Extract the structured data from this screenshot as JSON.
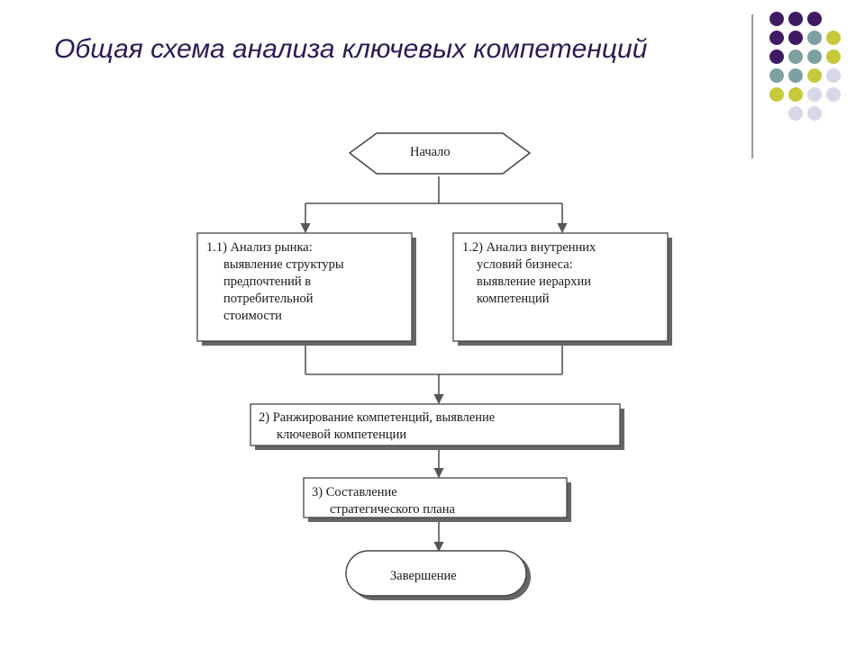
{
  "slide": {
    "title": "Общая схема анализа ключевых компетенций"
  },
  "palette": {
    "purple": "#3f1b64",
    "teal": "#7fa0a0",
    "olive": "#c5c93a",
    "lavender": "#d8d8e8",
    "title_color": "#2b1a55"
  },
  "decor": {
    "dot_rows": [
      [
        "purple",
        "purple",
        "purple"
      ],
      [
        "purple",
        "purple",
        "teal",
        "olive"
      ],
      [
        "purple",
        "teal",
        "teal",
        "olive"
      ],
      [
        "teal",
        "teal",
        "olive",
        "lavender"
      ],
      [
        "olive",
        "olive",
        "lavender",
        "lavender"
      ],
      [
        "lavender",
        "lavender"
      ]
    ]
  },
  "flow": {
    "start": "Начало",
    "box_1_1": [
      "1.1) Анализ рынка:",
      "выявление структуры",
      "предпочтений в",
      "потребительной",
      "стоимости"
    ],
    "box_1_2": [
      "1.2) Анализ внутренних",
      "условий бизнеса:",
      "выявление иерархии",
      "компетенций"
    ],
    "box_2": [
      "2) Ранжирование компетенций, выявление",
      "ключевой компетенции"
    ],
    "box_3": [
      "3) Составление",
      "стратегического плана"
    ],
    "end": "Завершение"
  }
}
